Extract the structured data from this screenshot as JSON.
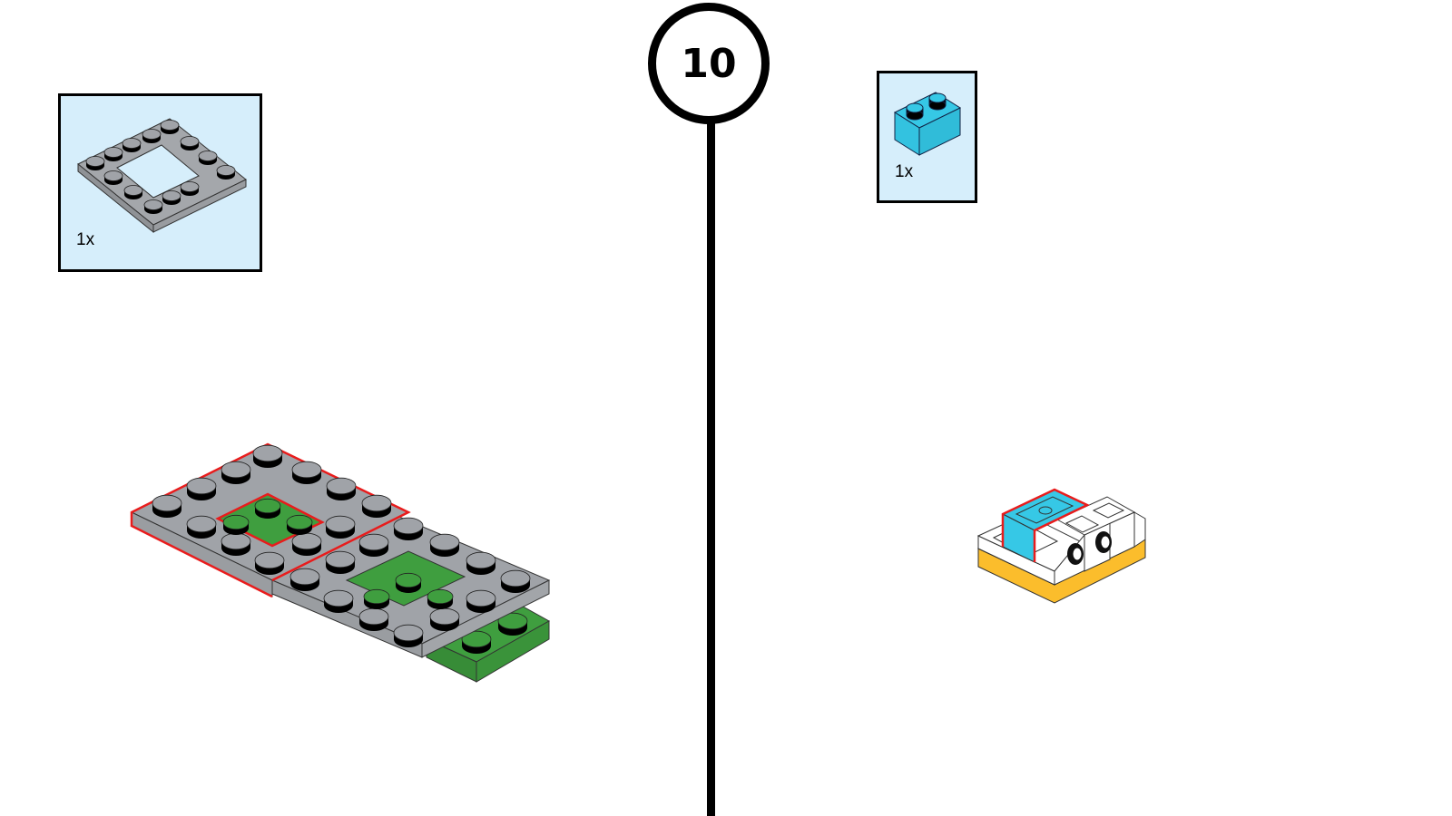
{
  "step": {
    "number": "10"
  },
  "parts_left": {
    "part_name": "gray 4x4 plate with 2x2 hole",
    "quantity": "1x",
    "color": "#a0a3a8"
  },
  "parts_right": {
    "part_name": "medium azure 1x2 brick",
    "quantity": "1x",
    "color": "#36c8e6"
  },
  "assembly_left": {
    "description": "two gray frame plates over green plates",
    "plate_color": "#a0a3a8",
    "inner_color": "#3f9e3f",
    "highlight_color": "#e81c1c"
  },
  "assembly_right": {
    "description": "white and yellow vehicle base with azure brick highlighted",
    "brick_color": "#36c8e6",
    "base_color": "#fbbd2c",
    "highlight_color": "#e81c1c"
  }
}
